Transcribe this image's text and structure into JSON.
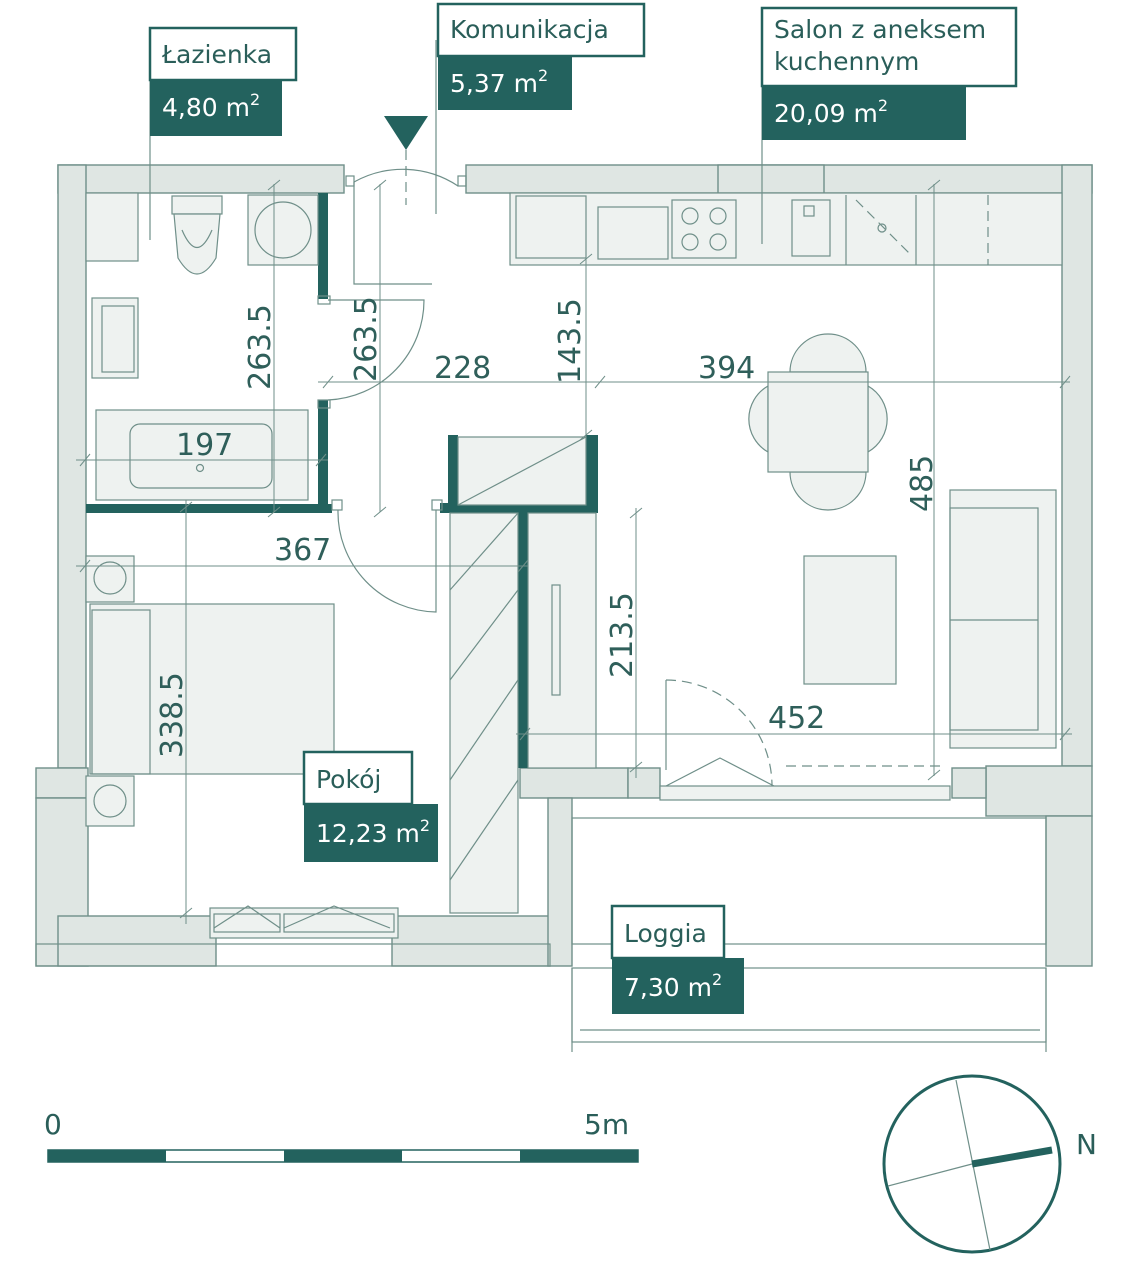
{
  "rooms": [
    {
      "name": "Łazienka",
      "area": "4,80 m",
      "sup": "2"
    },
    {
      "name": "Komunikacja",
      "area": "5,37 m",
      "sup": "2"
    },
    {
      "name_line1": "Salon z aneksem",
      "name_line2": "kuchennym",
      "area": "20,09 m",
      "sup": "2"
    },
    {
      "name": "Pokój",
      "area": "12,23 m",
      "sup": "2"
    },
    {
      "name": "Loggia",
      "area": "7,30 m",
      "sup": "2"
    }
  ],
  "dimensions": {
    "bath_length": "197",
    "bath_height": "263.5",
    "hall_height": "263.5",
    "hall_width": "228",
    "kitchen_depth": "143.5",
    "salon_width": "394",
    "salon_height": "485",
    "room_width": "367",
    "room_height": "338.5",
    "wardrobe_height": "213.5",
    "salon_bottom_width": "452"
  },
  "scale": {
    "start": "0",
    "end": "5m"
  },
  "compass": {
    "north": "N"
  },
  "colors": {
    "accent": "#23625e",
    "wall": "#dfe6e3",
    "line": "#6f8f89"
  }
}
